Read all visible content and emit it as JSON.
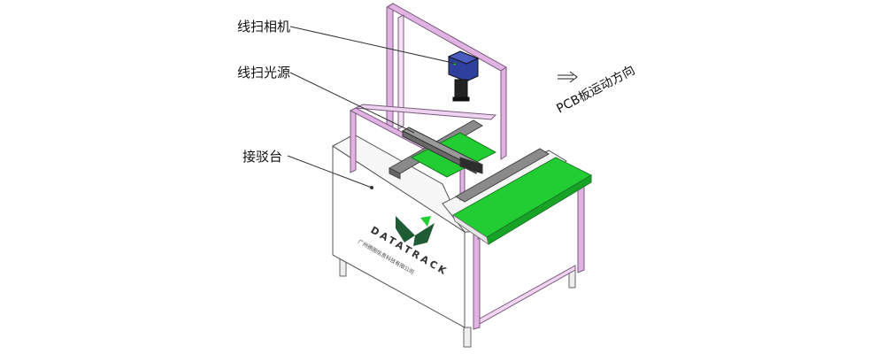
{
  "labels": {
    "camera": "线扫相机",
    "light_source": "线扫光源",
    "docking_table": "接驳台",
    "direction": "PCB板运动方向"
  },
  "logo": {
    "brand": "DATATRACK",
    "company": "广州德图信息科技有限公司"
  },
  "colors": {
    "frame": "#d9a6dd",
    "belt": "#22cc33",
    "camera": "#2f3f9e",
    "body": "#ffffff",
    "outline": "#555555",
    "logo": "#1f5c36"
  }
}
